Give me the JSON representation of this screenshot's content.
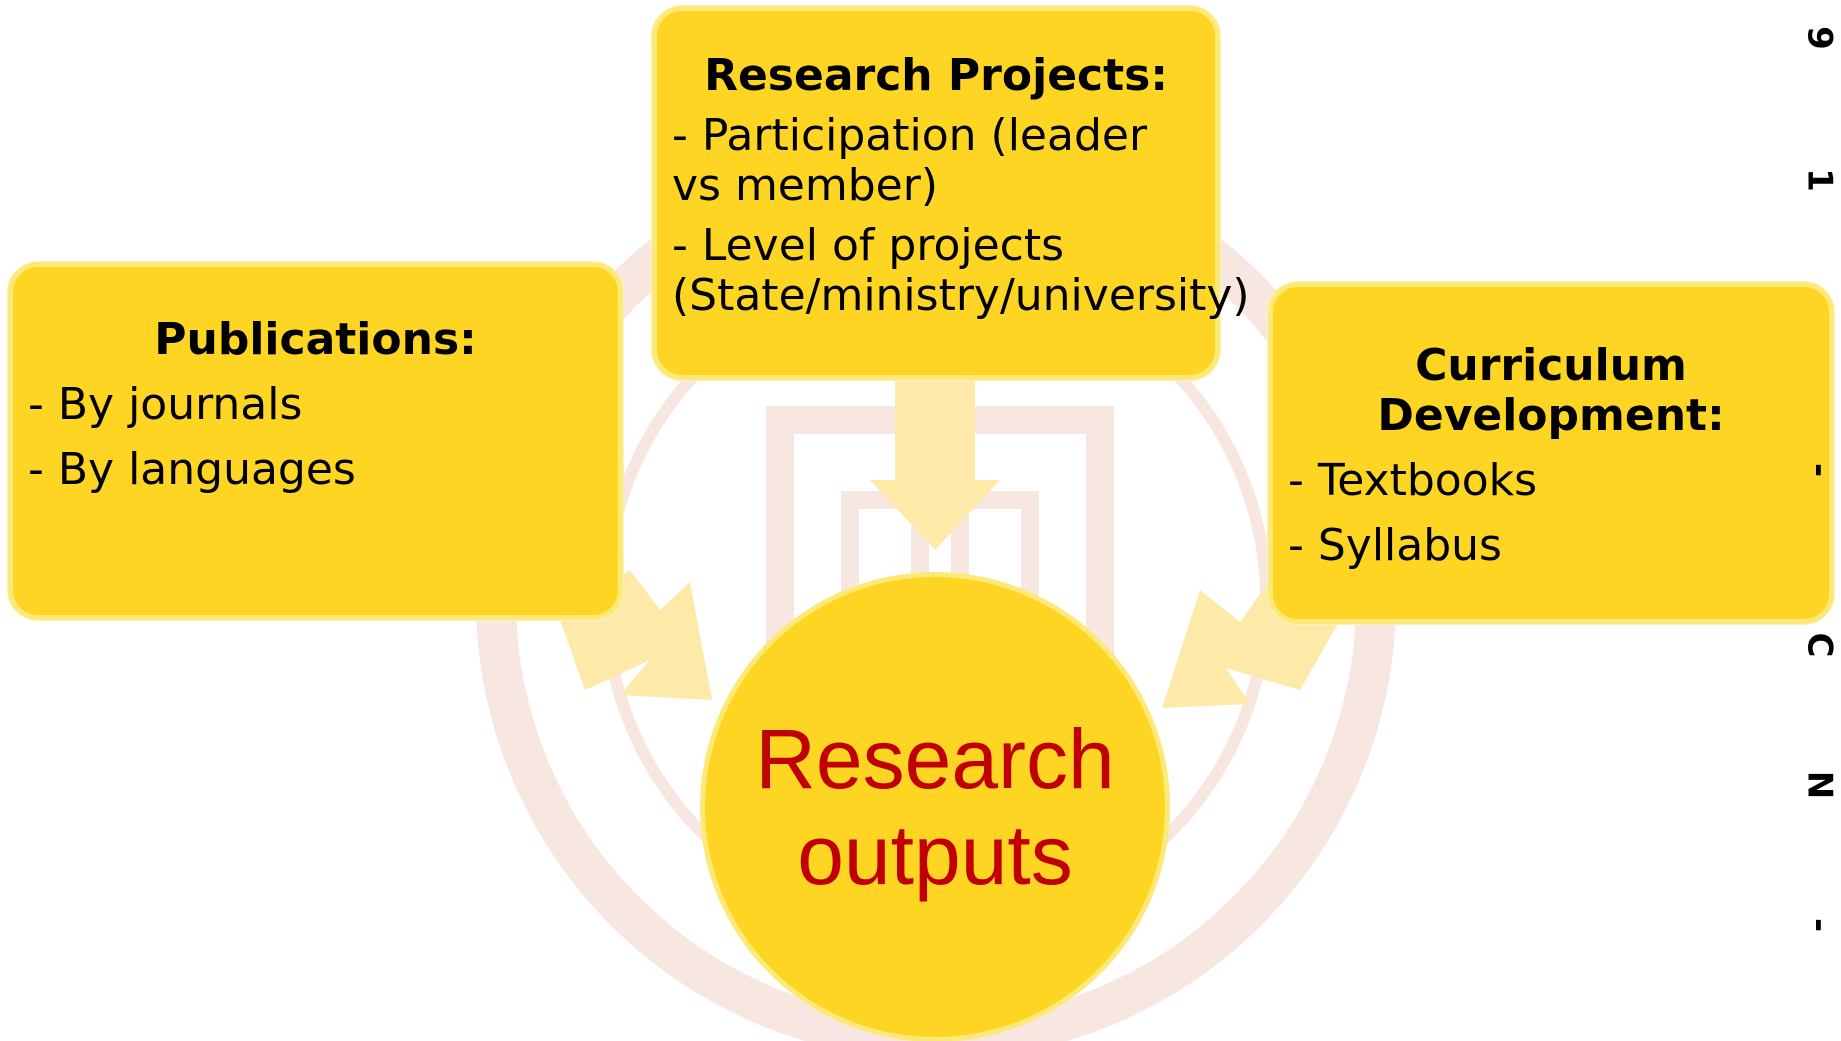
{
  "colors": {
    "box_fill": "#fdd522",
    "box_border": "#fde97a",
    "arrow_fill": "#fde9a8",
    "center_text": "#c00000",
    "watermark": "#f4dcd6"
  },
  "center": {
    "line1": "Research",
    "line2": "outputs"
  },
  "boxes": {
    "projects": {
      "title": "Research Projects:",
      "items": [
        "- Participation (leader vs member)",
        "- Level of projects (State/ministry/university)"
      ]
    },
    "publications": {
      "title": "Publications:",
      "items": [
        "- By journals",
        "- By languages"
      ]
    },
    "curriculum": {
      "title": "Curriculum Development:",
      "items": [
        "- Textbooks",
        "- Syllabus"
      ]
    }
  },
  "side_strip": {
    "letters": [
      "9",
      "1",
      "-",
      "C",
      "N",
      "-"
    ]
  }
}
